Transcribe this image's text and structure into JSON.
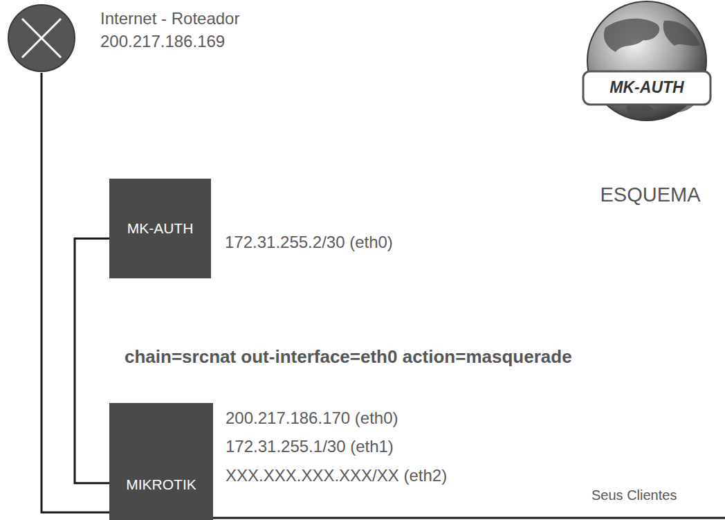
{
  "diagram": {
    "nodes": [
      {
        "text": [
          "Internet - Roteador",
          "200.217.186.169"
        ]
      },
      {
        "text": [
          "MK-AUTH",
          "172.31.255.2/30 (eth0)"
        ]
      },
      {
        "text": [
          "MIKROTIK",
          "200.217.186.170 (eth0)",
          "172.31.255.1/30 (eth1)",
          "XXX.XXX.XXX.XXX/XX (eth2)"
        ]
      }
    ],
    "edges": [
      {
        "from": 0,
        "to": 2,
        "arrow": "none"
      },
      {
        "from": 1,
        "to": 2,
        "arrow": "none"
      }
    ],
    "labels": [
      "MK-AUTH",
      "ESQUEMA",
      "chain=srcnat out-interface=eth0 action=masquerade",
      "Seus Clientes"
    ]
  }
}
